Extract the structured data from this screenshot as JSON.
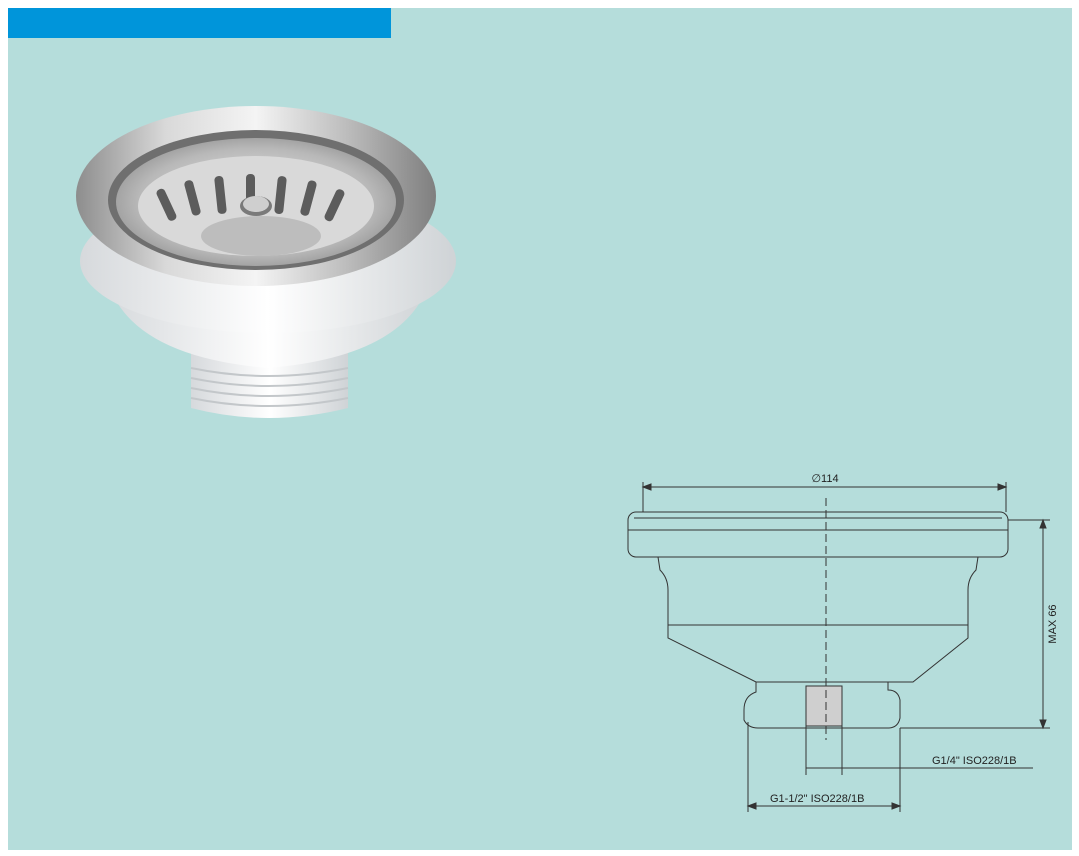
{
  "header": {
    "color": "#0095da"
  },
  "panel": {
    "background": "#b5dddb"
  },
  "product_photo": {
    "subject": "sink strainer waste"
  },
  "drawing": {
    "diameter_label": "∅114",
    "height_label": "MAX 66",
    "small_thread_label": "G1/4\" ISO228/1B",
    "large_thread_label": "G1-1/2\" ISO228/1B"
  }
}
